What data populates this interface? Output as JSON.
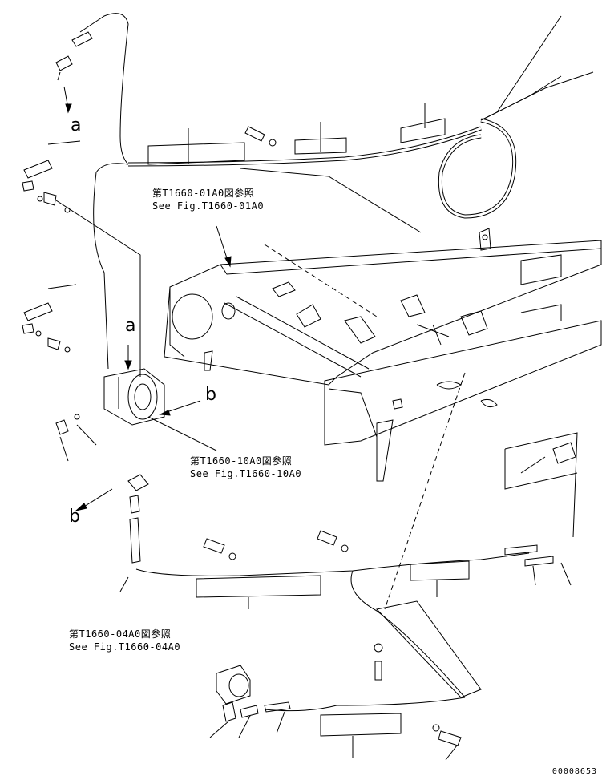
{
  "callouts": {
    "ref_01a0": {
      "jp": "第T1660-01A0図参照",
      "en": "See Fig.T1660-01A0"
    },
    "ref_10a0": {
      "jp": "第T1660-10A0図参照",
      "en": "See Fig.T1660-10A0"
    },
    "ref_04a0": {
      "jp": "第T1660-04A0図参照",
      "en": "See Fig.T1660-04A0"
    }
  },
  "markers": {
    "a1": "a",
    "a2": "a",
    "b1": "b",
    "b2": "b"
  },
  "serial": "00008653",
  "colors": {
    "line": "#000000",
    "background": "#ffffff"
  }
}
